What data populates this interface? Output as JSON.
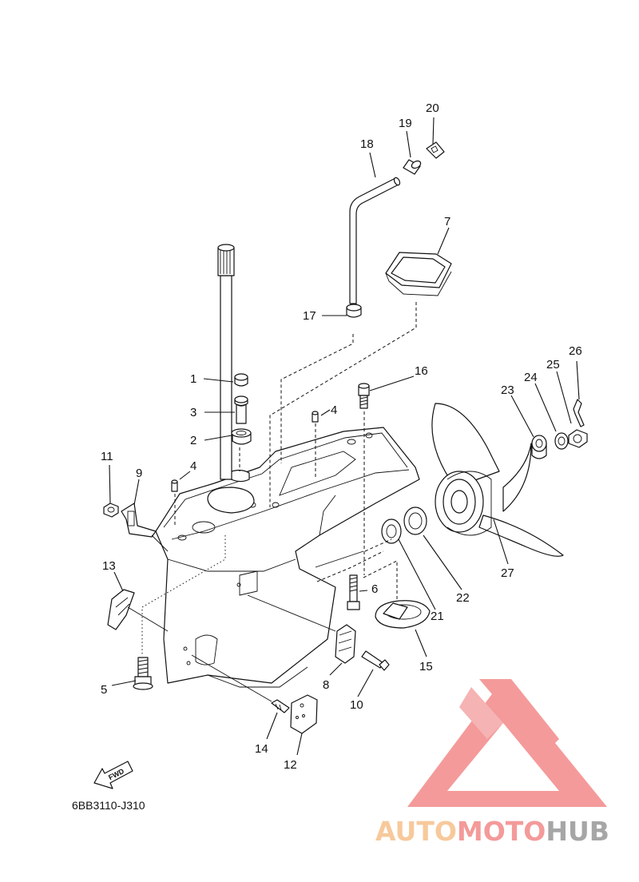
{
  "diagram_code": "6BB3110-J310",
  "fwd_label": "FWD",
  "watermark": {
    "part1": "AUTO",
    "part2": "MOTO",
    "part3": "HUB",
    "color_orange": "#F7C99B",
    "color_pink": "#F49A9A",
    "color_gray": "#A6A6A6"
  },
  "callouts": {
    "c1": "1",
    "c2": "2",
    "c3": "3",
    "c4a": "4",
    "c4b": "4",
    "c5": "5",
    "c6": "6",
    "c7": "7",
    "c8": "8",
    "c9": "9",
    "c10": "10",
    "c11": "11",
    "c12": "12",
    "c13": "13",
    "c14": "14",
    "c15": "15",
    "c16": "16",
    "c17": "17",
    "c18": "18",
    "c19": "19",
    "c20": "20",
    "c21": "21",
    "c22": "22",
    "c23": "23",
    "c24": "24",
    "c25": "25",
    "c26": "26",
    "c27": "27"
  }
}
